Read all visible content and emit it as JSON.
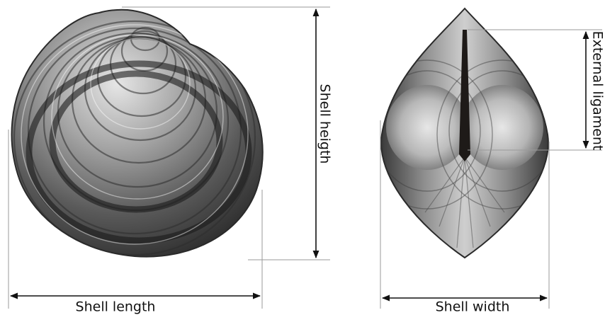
{
  "labels": {
    "shell_height": "Shell heigth",
    "external_ligament": "External ligament",
    "shell_length": "Shell length",
    "shell_width": "Shell width"
  },
  "colors": {
    "background": "#ffffff",
    "measure_line": "#111111",
    "guide_line": "#9a9a9a",
    "shell_dark": "#2a2a2a",
    "shell_mid": "#7a7a7a",
    "shell_light": "#dcdcdc",
    "ligament": "#1e1a18"
  }
}
